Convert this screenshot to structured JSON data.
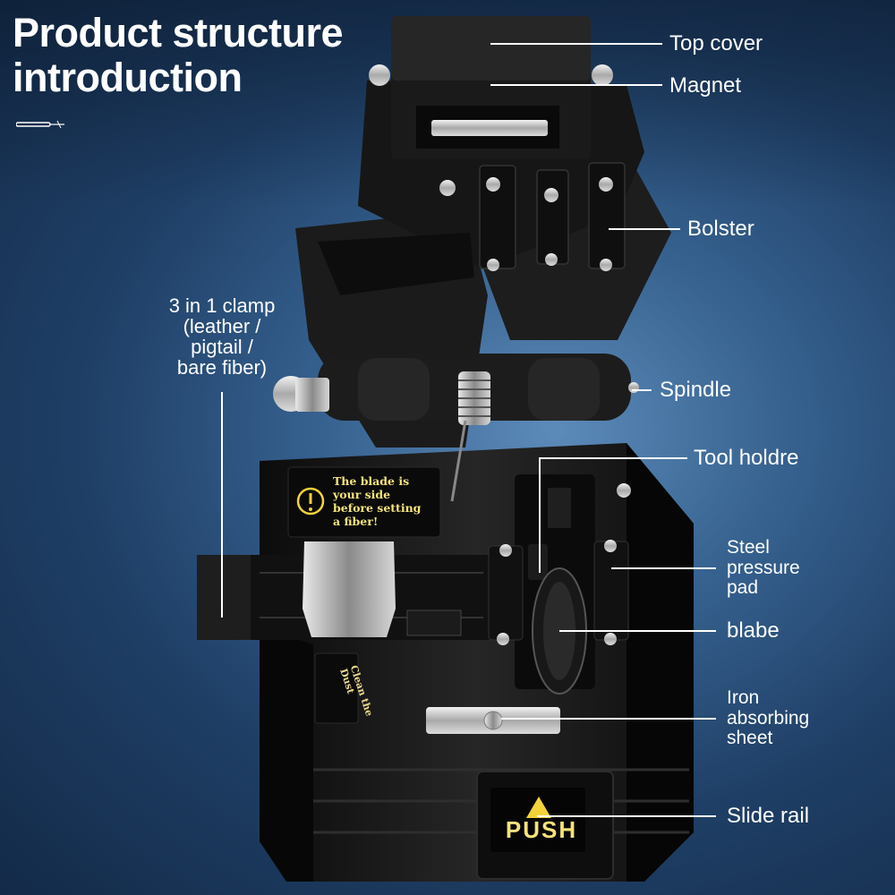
{
  "title": {
    "line1": "Product structure",
    "line2": "introduction"
  },
  "labels": {
    "top_cover": "Top cover",
    "magnet": "Magnet",
    "bolster": "Bolster",
    "clamp": [
      "3 in 1 clamp",
      "(leather /",
      "pigtail /",
      "bare fiber)"
    ],
    "spindle": "Spindle",
    "tool_holder": "Tool holdre",
    "steel_pad": [
      "Steel",
      "pressure",
      "pad"
    ],
    "blade": "blabe",
    "iron_sheet": [
      "Iron",
      "absorbing",
      "sheet"
    ],
    "slide_rail": "Slide rail"
  },
  "device_text": {
    "warning": [
      "The blade is",
      "your side",
      "before setting",
      "a fiber!"
    ],
    "dust": [
      "Clean the",
      "Dust"
    ],
    "push": "PUSH"
  },
  "colors": {
    "body": "#141414",
    "label_text": "#ffffff",
    "push_text": "#f6e27a",
    "warning_icon": "#f4d23a"
  }
}
